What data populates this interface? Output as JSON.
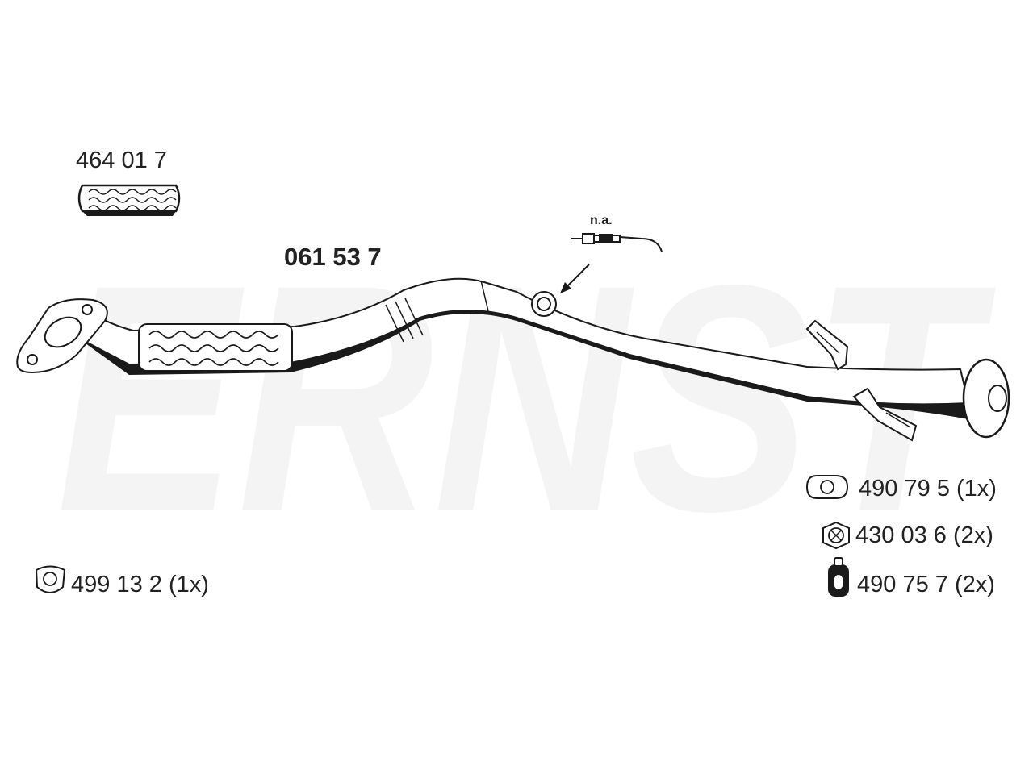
{
  "labels": {
    "main_part": "061 53 7",
    "flex_pipe": "464 01 7",
    "sensor_note": "n.a.",
    "gasket_front": "499 13 2 (1x)",
    "gasket_rear": "490 79 5 (1x)",
    "nut": "430 03 6 (2x)",
    "rubber_mount": "490 75 7 (2x)"
  },
  "watermark": "ERNST",
  "colors": {
    "line": "#1a1a1a",
    "pipe_fill": "#ffffff",
    "watermark": "#f4f4f4"
  }
}
